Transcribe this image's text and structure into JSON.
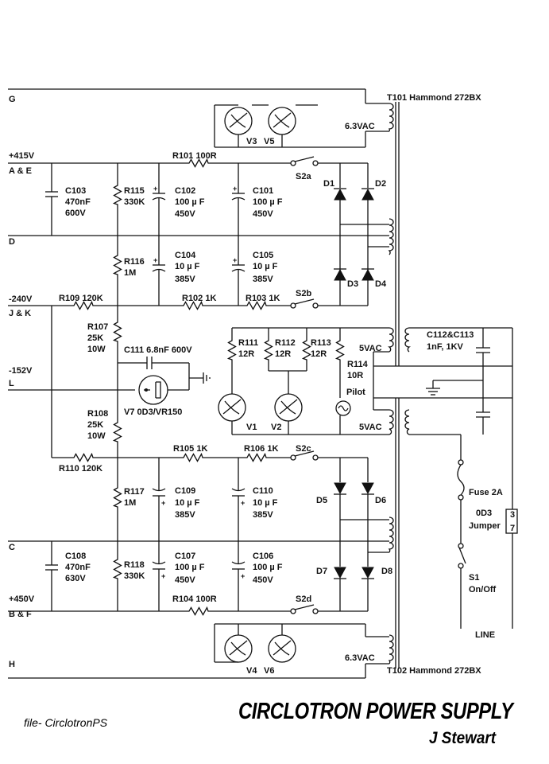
{
  "title": "CIRCLOTRON POWER SUPPLY",
  "author": "J Stewart",
  "file": "file- CirclotronPS",
  "nodes": {
    "g": "G",
    "p415": "+415V",
    "ae": "A & E",
    "d": "D",
    "m240": "-240V",
    "jk": "J & K",
    "m152": "-152V",
    "l": "L",
    "c": "C",
    "p450": "+450V",
    "bf": "B & F",
    "h": "H",
    "line": "LINE"
  },
  "transformers": {
    "t101": "T101 Hammond 272BX",
    "t102": "T102 Hammond 272BX",
    "heater_top": "6.3VAC",
    "heater_bottom": "6.3VAC",
    "fivevac_top": "5VAC",
    "fivevac_bottom": "5VAC"
  },
  "tubes": {
    "v3": "V3",
    "v5": "V5",
    "v4": "V4",
    "v6": "V6",
    "v1": "V1",
    "v2": "V2",
    "v7": "V7 0D3/VR150",
    "pilot": "Pilot"
  },
  "resistors": {
    "r101": "R101 100R",
    "r102": "R102 1K",
    "r103": "R103 1K",
    "r104": "R104 100R",
    "r105": "R105 1K",
    "r106": "R106 1K",
    "r109": "R109 120K",
    "r110": "R110 120K",
    "r107_name": "R107",
    "r107_val": "25K",
    "r107_w": "10W",
    "r108_name": "R108",
    "r108_val": "25K",
    "r108_w": "10W",
    "r115_name": "R115",
    "r115_val": "330K",
    "r116_name": "R116",
    "r116_val": "1M",
    "r117_name": "R117",
    "r117_val": "1M",
    "r118_name": "R118",
    "r118_val": "330K",
    "r111_name": "R111",
    "r111_val": "12R",
    "r112_name": "R112",
    "r112_val": "12R",
    "r113_name": "R113",
    "r113_val": "12R",
    "r114_name": "R114",
    "r114_val": "10R"
  },
  "capacitors": {
    "c103_name": "C103",
    "c103_val": "470nF",
    "c103_v": "600V",
    "c102_name": "C102",
    "c102_val": "100 µ F",
    "c102_v": "450V",
    "c101_name": "C101",
    "c101_val": "100 µ F",
    "c101_v": "450V",
    "c104_name": "C104",
    "c104_val": "10 µ F",
    "c104_v": "385V",
    "c105_name": "C105",
    "c105_val": "10 µ F",
    "c105_v": "385V",
    "c111": "C111 6.8nF 600V",
    "c109_name": "C109",
    "c109_val": "10 µ F",
    "c109_v": "385V",
    "c110_name": "C110",
    "c110_val": "10  µ F",
    "c110_v": "385V",
    "c108_name": "C108",
    "c108_val": "470nF",
    "c108_v": "630V",
    "c107_name": "C107",
    "c107_val": "100 µ F",
    "c107_v": "450V",
    "c106_name": "C106",
    "c106_val": "100 µ F",
    "c106_v": "450V",
    "c112_name": "C112&C113",
    "c112_val": "1nF, 1KV"
  },
  "switches": {
    "s2a": "S2a",
    "s2b": "S2b",
    "s2c": "S2c",
    "s2d": "S2d",
    "s1": "S1",
    "s1_state": "On/Off"
  },
  "diodes": {
    "d1": "D1",
    "d2": "D2",
    "d3": "D3",
    "d4": "D4",
    "d5": "D5",
    "d6": "D6",
    "d7": "D7",
    "d8": "D8"
  },
  "misc": {
    "fuse": "Fuse 2A",
    "od3": "0D3",
    "jumper": "Jumper",
    "pin3": "3",
    "pin7": "7"
  }
}
